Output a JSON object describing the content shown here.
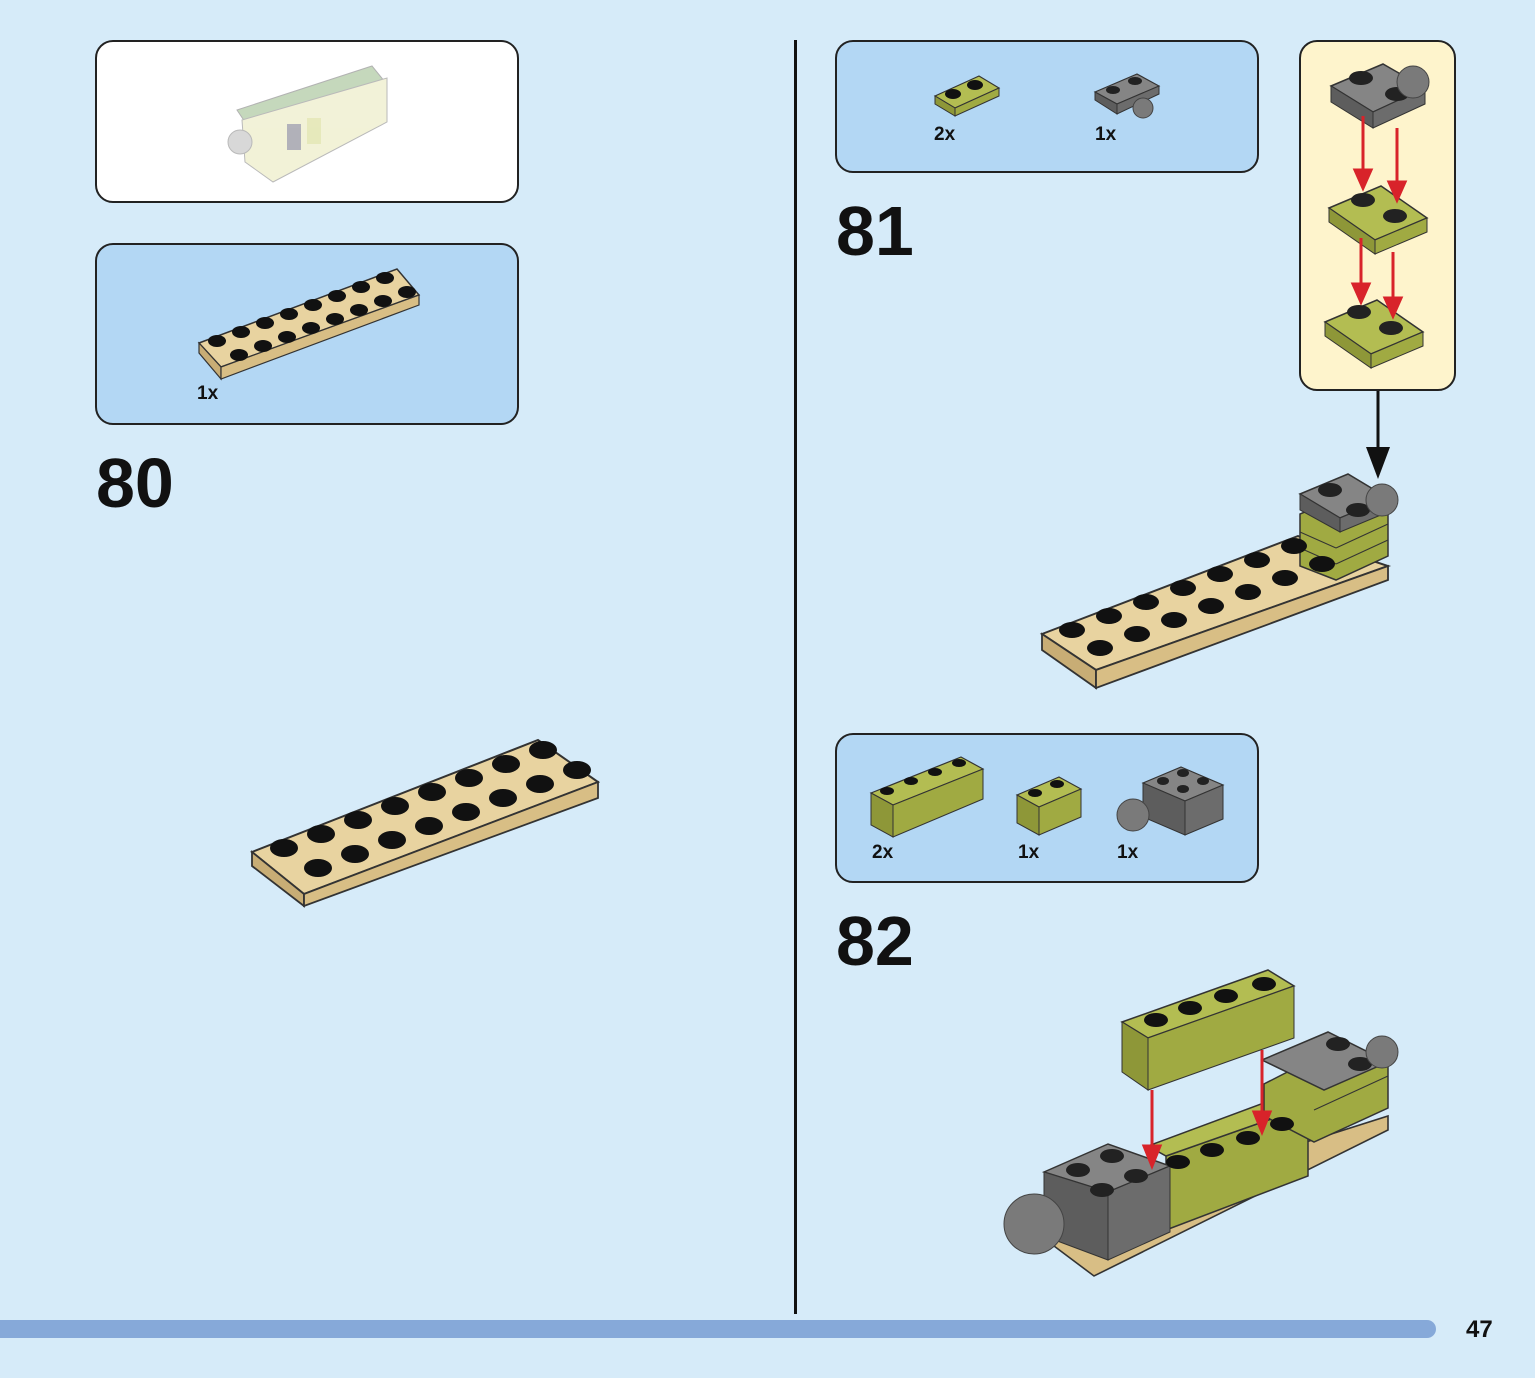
{
  "page": {
    "number": "47"
  },
  "colors": {
    "background": "#d6ebf9",
    "parts_box": "#b3d7f4",
    "sub_assembly_box": "#fef4cc",
    "tan": "#dcc28c",
    "olive": "#a3ad45",
    "dark_gray": "#7a7a7a",
    "arrow_red": "#d8232a",
    "progress_bar": "#86a9d9"
  },
  "steps": [
    {
      "number": "80",
      "parts": [
        {
          "name": "tan-plate-2x8",
          "qty": "1x"
        }
      ]
    },
    {
      "number": "81",
      "parts": [
        {
          "name": "olive-plate-1x2",
          "qty": "2x"
        },
        {
          "name": "gray-plate-with-ball",
          "qty": "1x"
        }
      ]
    },
    {
      "number": "82",
      "parts": [
        {
          "name": "olive-brick-1x4",
          "qty": "2x"
        },
        {
          "name": "olive-brick-1x2",
          "qty": "1x"
        },
        {
          "name": "gray-brick-with-ball",
          "qty": "1x"
        }
      ]
    }
  ]
}
